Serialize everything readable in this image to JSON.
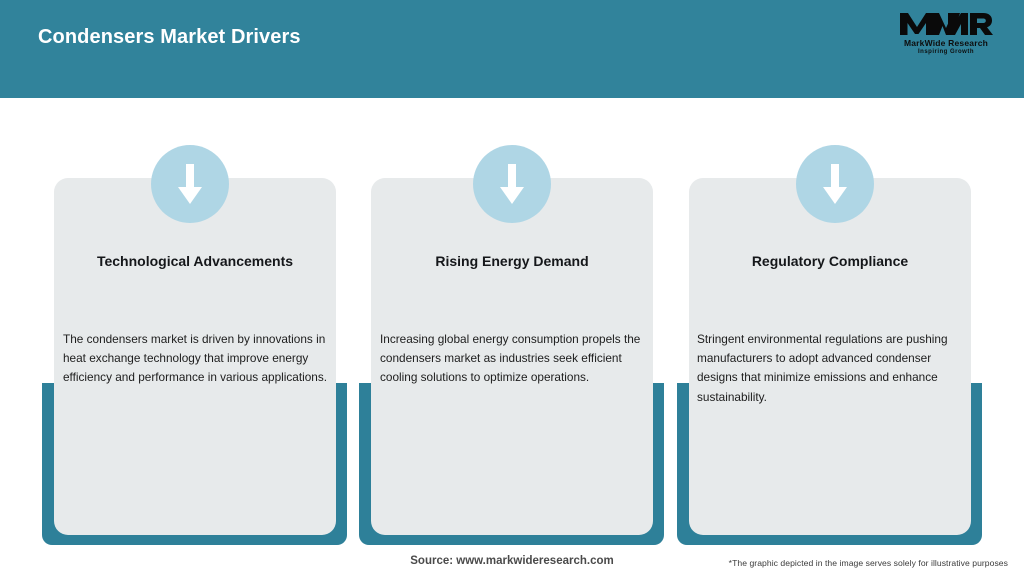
{
  "header": {
    "title": "Condensers Market Drivers",
    "background_color": "#31839B",
    "title_color": "#FFFFFF",
    "logo": {
      "mark": "MWR",
      "name": "MarkWide Research",
      "tagline": "Inspiring Growth"
    }
  },
  "theme": {
    "accent_teal": "#2E8099",
    "card_gray": "#E7EAEB",
    "circle_blue": "#AFD6E5",
    "arrow_white": "#FFFFFF"
  },
  "cards": [
    {
      "icon": "down-arrow-icon",
      "title": "Technological Advancements",
      "body": "The condensers market is driven by innovations in heat exchange technology that improve energy efficiency and performance in various applications."
    },
    {
      "icon": "down-arrow-icon",
      "title": "Rising Energy Demand",
      "body": "Increasing global energy consumption propels the condensers market as industries seek efficient cooling solutions to optimize operations."
    },
    {
      "icon": "down-arrow-icon",
      "title": "Regulatory Compliance",
      "body": "Stringent environmental regulations are pushing manufacturers to adopt advanced condenser designs that minimize emissions and enhance sustainability."
    }
  ],
  "footer": {
    "source": "Source: www.markwideresearch.com",
    "disclaimer": "*The graphic depicted in the image serves solely for illustrative purposes"
  }
}
